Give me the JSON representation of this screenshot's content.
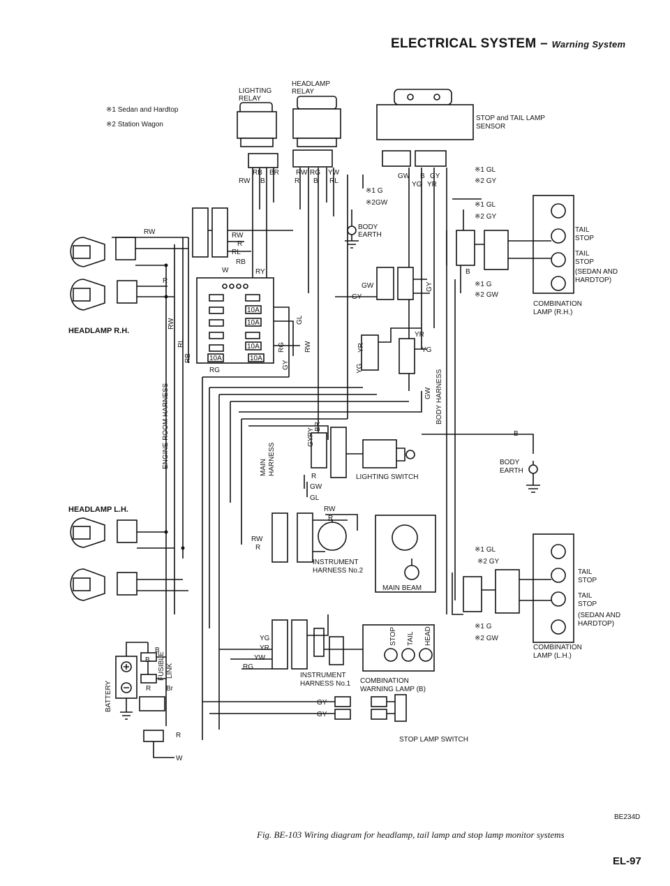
{
  "header": {
    "title": "ELECTRICAL SYSTEM",
    "dash": "–",
    "subtitle": "Warning System"
  },
  "legend": {
    "sedan": "※1 Sedan and Hardtop",
    "wagon": "※2 Station Wagon"
  },
  "components": {
    "lighting_relay": [
      "LIGHTING",
      "RELAY"
    ],
    "headlamp_relay": [
      "HEADLAMP",
      "RELAY"
    ],
    "sensor": [
      "STOP and TAIL LAMP",
      "SENSOR"
    ],
    "body_earth_top": [
      "BODY",
      "EARTH"
    ],
    "body_earth_right": [
      "BODY",
      "EARTH"
    ],
    "headlamp_rh": "HEADLAMP R.H.",
    "headlamp_lh": "HEADLAMP L.H.",
    "engine_room_harness": "ENGINE ROOM HARNESS",
    "main_harness": [
      "MAIN",
      "HARNESS"
    ],
    "body_harness": "BODY HARNESS",
    "lighting_switch": "LIGHTING SWITCH",
    "instrument_harness_2": [
      "INSTRUMENT",
      "HARNESS No.2"
    ],
    "main_beam": "MAIN BEAM",
    "instrument_harness_1": [
      "INSTRUMENT",
      "HARNESS No.1"
    ],
    "combination_warning_lamp": [
      "COMBINATION",
      "WARNING LAMP (B)"
    ],
    "stop_lamp_switch": "STOP LAMP SWITCH",
    "battery": "BATTERY",
    "fusible_link": [
      "FUSIBLE",
      "LINK"
    ],
    "combination_lamp_rh": [
      "COMBINATION",
      "LAMP (R.H.)"
    ],
    "combination_lamp_lh": [
      "COMBINATION",
      "LAMP (L.H.)"
    ],
    "tail_stop": [
      "TAIL",
      "STOP"
    ],
    "tail_stop_sedan": [
      "TAIL",
      "STOP",
      "(SEDAN AND",
      "HARDTOP)"
    ],
    "stop_in_lamp": "STOP",
    "tail_in_lamp": "TAIL",
    "head_in_lamp": "HEAD"
  },
  "wire_codes": {
    "rw": "RW",
    "r": "R",
    "rl": "RL",
    "rb": "RB",
    "w": "W",
    "ry": "RY",
    "br": "BR",
    "b": "B",
    "rg": "RG",
    "yw": "YW",
    "gw": "GW",
    "gy": "GY",
    "yg": "YG",
    "yr": "YR",
    "gl": "GL",
    "g": "G",
    "br2": "Br",
    "s1g": "※1 G",
    "s2gw": "※2GW",
    "s1gl": "※1 GL",
    "s2gy": "※2 GY",
    "s1g_b": "※1 G",
    "s2gw_b": "※2 GW"
  },
  "fuses": [
    "10A",
    "10A",
    "10A",
    "10A",
    "10A"
  ],
  "code": "BE234D",
  "caption": "Fig. BE-103  Wiring diagram for headlamp, tail lamp and stop lamp monitor systems",
  "page_number": "EL-97"
}
